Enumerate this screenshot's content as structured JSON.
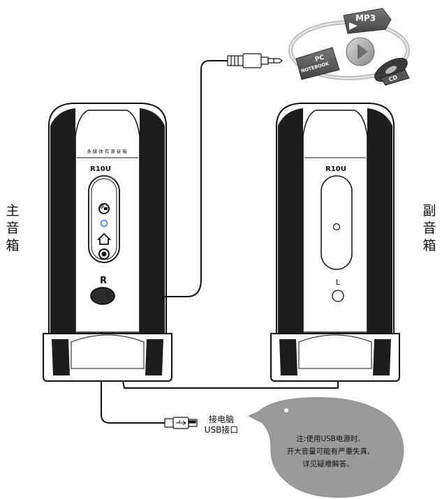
{
  "speakers": {
    "main": {
      "label_chars": [
        "主",
        "音",
        "箱"
      ],
      "brand_text": "多媒体有源音箱",
      "model": "R10U",
      "channel": "R",
      "icons": [
        "bass-boost-icon",
        "power-indicator-icon",
        "home-icon",
        "volume-knob-icon"
      ]
    },
    "sub": {
      "label_chars": [
        "副",
        "音",
        "箱"
      ],
      "model": "R10U",
      "channel": "L"
    }
  },
  "sources": {
    "mp3": "MP3",
    "pc": "PC",
    "notebook": "NOTEBOOK",
    "cd": "CD"
  },
  "usb": {
    "caption_line1": "接电脑",
    "caption_line2": "USB接口"
  },
  "note": {
    "line1": "注:使用USB电源时,",
    "line2": "开大音量可能有严重失真,",
    "line3": "详见疑难解答。"
  },
  "colors": {
    "line": "#111111",
    "indicator": "#2a7fd6",
    "bubble": "#9a9a9a"
  }
}
